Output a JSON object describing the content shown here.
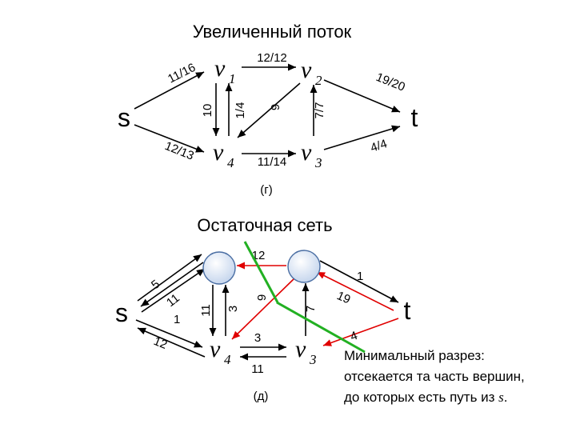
{
  "top": {
    "title": "Увеличенный поток",
    "caption": "(г)",
    "nodes": {
      "s": "s",
      "t": "t",
      "v1": "v",
      "v1_sub": "1",
      "v2": "v",
      "v2_sub": "2",
      "v3": "v",
      "v3_sub": "3",
      "v4": "v",
      "v4_sub": "4"
    },
    "edges": {
      "s_v1": "11/16",
      "s_v4": "12/13",
      "v1_v2": "12/12",
      "v2_t": "19/20",
      "v4_v3": "11/14",
      "v3_t": "4/4",
      "v1_v4_left": "10",
      "v1_v4_right": "1/4",
      "v3_v2": "7/7",
      "v2_v4": "9"
    }
  },
  "bottom": {
    "title": "Остаточная сеть",
    "caption": "(д)",
    "nodes": {
      "s": "s",
      "t": "t",
      "v3": "v",
      "v3_sub": "3",
      "v4": "v",
      "v4_sub": "4"
    },
    "edges": {
      "s_v1_top": "5",
      "s_v1_mid": "11",
      "s_v4": "1",
      "v4_s": "12",
      "v1_v4": "11",
      "v4_v1": "3",
      "v2_v4": "9",
      "v3_v2": "7",
      "v1_v2": "12",
      "v2_t": "1",
      "t_v2": "19",
      "v4_v3": "3",
      "v3_v4": "11",
      "t_v3": "4"
    },
    "min_cut_note": [
      "Минимальный разрез:",
      "отсекается та часть вершин,",
      "до которых есть путь из "
    ],
    "min_cut_note_var": "s",
    "min_cut_note_end": "."
  },
  "colors": {
    "residual_red": "#e00000",
    "cut_green": "#22b022",
    "node_fill": "#d4e1f3"
  }
}
